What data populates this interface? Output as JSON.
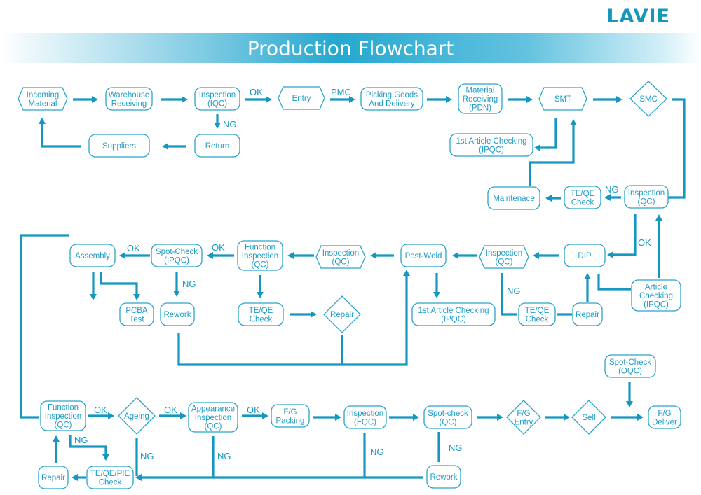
{
  "brand": "LAVIE",
  "title": "Production Flowchart",
  "colors": {
    "accent": "#1597c0",
    "node_border": "#2aa5cc",
    "text": "#1e9cc6"
  },
  "nodes": [
    {
      "id": "incoming",
      "shape": "hexagon",
      "label": [
        "Incoming",
        "Material"
      ]
    },
    {
      "id": "warehouse",
      "shape": "rounded",
      "label": [
        "Warehouse",
        "Receiving"
      ]
    },
    {
      "id": "iqc",
      "shape": "rounded",
      "label": [
        "Inspection",
        "(IQC)"
      ]
    },
    {
      "id": "entry",
      "shape": "hexagon",
      "label": [
        "Entry"
      ]
    },
    {
      "id": "picking",
      "shape": "rounded",
      "label": [
        "Picking Goods",
        "And Delivery"
      ]
    },
    {
      "id": "pdn",
      "shape": "rounded",
      "label": [
        "Material",
        "Receiving",
        "(PDN)"
      ]
    },
    {
      "id": "smt",
      "shape": "hexagon",
      "label": [
        "SMT"
      ]
    },
    {
      "id": "smc",
      "shape": "diamond",
      "label": [
        "SMC"
      ]
    },
    {
      "id": "suppliers",
      "shape": "rounded",
      "label": [
        "Suppliers"
      ]
    },
    {
      "id": "return",
      "shape": "rounded",
      "label": [
        "Return"
      ]
    },
    {
      "id": "fac1",
      "shape": "rounded",
      "label": [
        "1st Article Checking",
        "(IPQC)"
      ]
    },
    {
      "id": "maint",
      "shape": "rounded",
      "label": [
        "Maintenace"
      ]
    },
    {
      "id": "teqe1",
      "shape": "rounded",
      "label": [
        "TE/QE",
        "Check"
      ]
    },
    {
      "id": "qc1",
      "shape": "rounded",
      "label": [
        "Inspection",
        "(QC)"
      ]
    },
    {
      "id": "assembly",
      "shape": "rounded",
      "label": [
        "Assembly"
      ]
    },
    {
      "id": "spot1",
      "shape": "rounded",
      "label": [
        "Spot-Check",
        "(IPQC)"
      ]
    },
    {
      "id": "func1",
      "shape": "rounded",
      "label": [
        "Function",
        "Inspection",
        "(QC)"
      ]
    },
    {
      "id": "qc2",
      "shape": "hexagon",
      "label": [
        "Inspection",
        "(QC)"
      ]
    },
    {
      "id": "postweld",
      "shape": "rounded",
      "label": [
        "Post-Weld"
      ]
    },
    {
      "id": "qc3",
      "shape": "hexagon",
      "label": [
        "Inspection",
        "(QC)"
      ]
    },
    {
      "id": "dip",
      "shape": "rounded",
      "label": [
        "DIP"
      ]
    },
    {
      "id": "fac2",
      "shape": "rounded",
      "label": [
        "1st Article Checking",
        "(IPQC)"
      ]
    },
    {
      "id": "pcba",
      "shape": "rounded",
      "label": [
        "PCBA",
        "Test"
      ]
    },
    {
      "id": "rework1",
      "shape": "rounded",
      "label": [
        "Rework"
      ]
    },
    {
      "id": "teqe2",
      "shape": "rounded",
      "label": [
        "TE/QE",
        "Check"
      ]
    },
    {
      "id": "repair1",
      "shape": "diamond",
      "label": [
        "Repair"
      ]
    },
    {
      "id": "fac3",
      "shape": "rounded",
      "label": [
        "1st Article Checking",
        "(IPQC)"
      ]
    },
    {
      "id": "teqe3",
      "shape": "rounded",
      "label": [
        "TE/QE",
        "Check"
      ]
    },
    {
      "id": "repair2",
      "shape": "rounded",
      "label": [
        "Repair"
      ]
    },
    {
      "id": "article",
      "shape": "rounded",
      "label": [
        "Article",
        "Checking",
        "(IPQC)"
      ]
    },
    {
      "id": "func2",
      "shape": "rounded",
      "label": [
        "Function",
        "Inspection",
        "(QC)"
      ]
    },
    {
      "id": "ageing",
      "shape": "diamond",
      "label": [
        "Ageing"
      ]
    },
    {
      "id": "appear",
      "shape": "rounded",
      "label": [
        "Appearance",
        "Inspection",
        "(QC)"
      ]
    },
    {
      "id": "fgpack",
      "shape": "rounded",
      "label": [
        "F/G",
        "Packing"
      ]
    },
    {
      "id": "fqc",
      "shape": "rounded",
      "label": [
        "Inspection",
        "(FQC)"
      ]
    },
    {
      "id": "spot2",
      "shape": "rounded",
      "label": [
        "Spot-check",
        "(QC)"
      ]
    },
    {
      "id": "fgentry",
      "shape": "diamond",
      "label": [
        "F/G",
        "Entry"
      ]
    },
    {
      "id": "sell",
      "shape": "diamond",
      "label": [
        "Sell"
      ]
    },
    {
      "id": "oqc",
      "shape": "rounded",
      "label": [
        "Spot-Check",
        "(OQC)"
      ]
    },
    {
      "id": "fgdeliver",
      "shape": "rounded",
      "label": [
        "F/G",
        "Deliver"
      ]
    },
    {
      "id": "repair3",
      "shape": "rounded",
      "label": [
        "Repair"
      ]
    },
    {
      "id": "tqp",
      "shape": "rounded",
      "label": [
        "TE/QE/PIE",
        "Check"
      ]
    },
    {
      "id": "rework2",
      "shape": "rounded",
      "label": [
        "Rework"
      ]
    }
  ],
  "edge_labels": {
    "iqc_ok": "OK",
    "pmc": "PMC",
    "iqc_ng": "NG",
    "qc1_ng": "NG",
    "qc1_ok": "OK",
    "assembly_ok": "OK",
    "spot1_ok": "OK",
    "spot1_ng": "NG",
    "qc3_ng": "NG",
    "func2_ok": "OK",
    "ageing_ok": "OK",
    "appear_ok": "OK",
    "func2_ng": "NG",
    "ageing_ng": "NG",
    "appear_ng": "NG",
    "fqc_ng": "NG",
    "spot2_ng": "NG"
  }
}
